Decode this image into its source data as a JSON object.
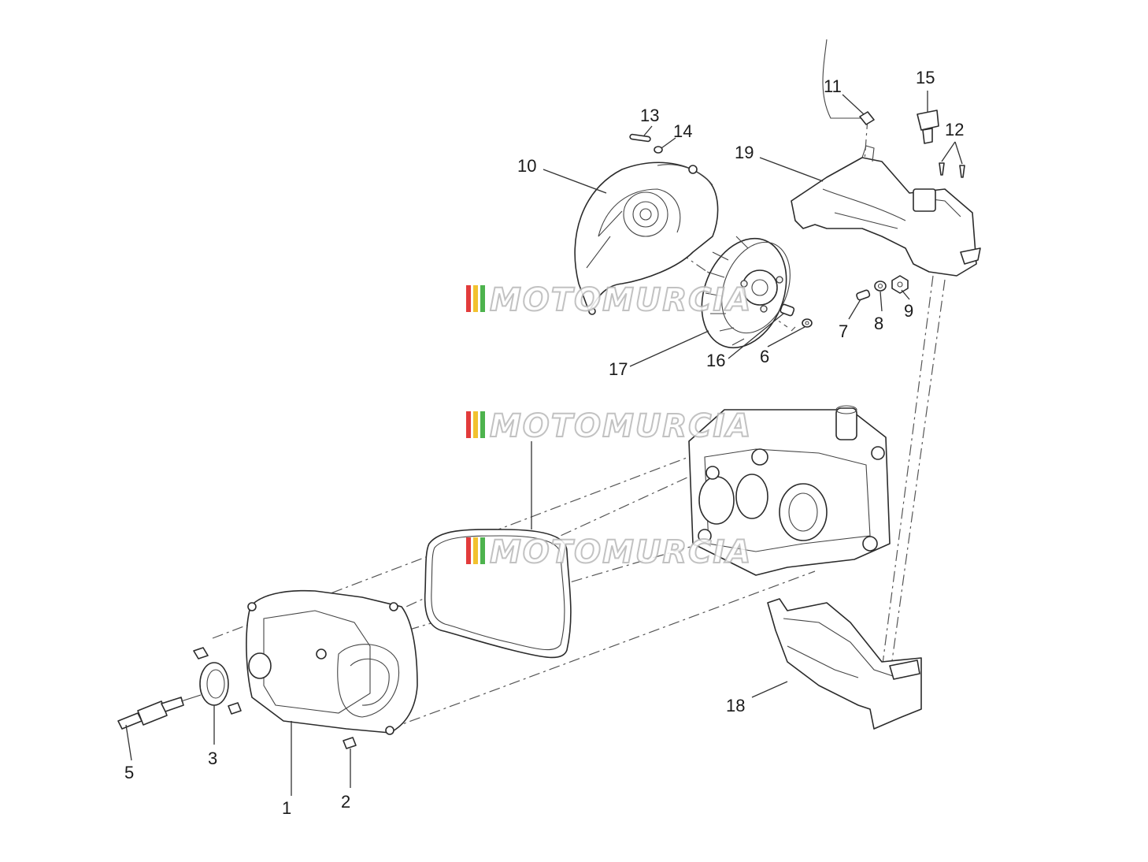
{
  "watermark": {
    "text": "MOTOMURCIA",
    "stripe_colors": [
      "#e23b3b",
      "#f2c230",
      "#4db34d"
    ]
  },
  "callouts": [
    {
      "id": "1",
      "text": "1"
    },
    {
      "id": "2",
      "text": "2"
    },
    {
      "id": "3",
      "text": "3"
    },
    {
      "id": "5",
      "text": "5"
    },
    {
      "id": "6",
      "text": "6"
    },
    {
      "id": "7",
      "text": "7"
    },
    {
      "id": "8",
      "text": "8"
    },
    {
      "id": "9",
      "text": "9"
    },
    {
      "id": "10",
      "text": "10"
    },
    {
      "id": "11",
      "text": "11"
    },
    {
      "id": "12",
      "text": "12"
    },
    {
      "id": "13",
      "text": "13"
    },
    {
      "id": "14",
      "text": "14"
    },
    {
      "id": "15",
      "text": "15"
    },
    {
      "id": "16",
      "text": "16"
    },
    {
      "id": "17",
      "text": "17"
    },
    {
      "id": "18",
      "text": "18"
    },
    {
      "id": "19",
      "text": "19"
    }
  ]
}
